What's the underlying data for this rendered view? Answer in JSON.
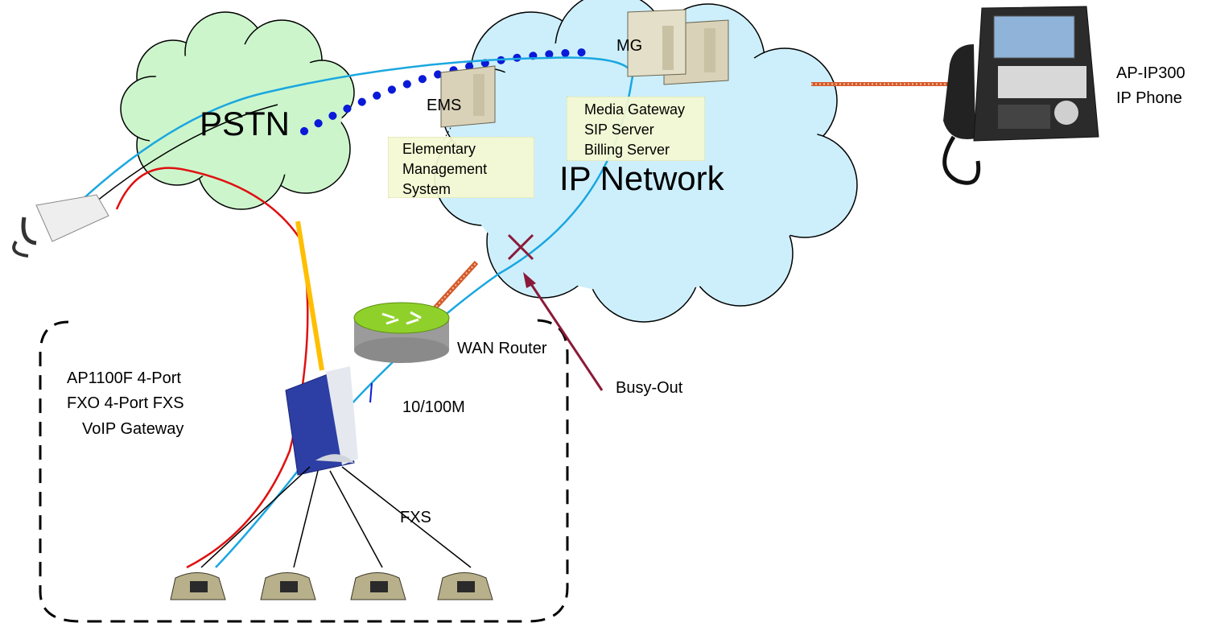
{
  "clouds": {
    "pstn": "PSTN",
    "ip_network": "IP Network"
  },
  "devices": {
    "mg": "MG",
    "ems": "EMS",
    "ems_desc": [
      "Elementary",
      "Management",
      "System"
    ],
    "mg_desc": [
      "Media Gateway",
      "SIP Server",
      "Billing Server"
    ],
    "ip_phone": [
      "AP-IP300",
      "IP Phone"
    ],
    "router": "WAN Router",
    "gateway": [
      "AP1100F 4-Port",
      "FXO 4-Port FXS",
      "VoIP Gateway"
    ],
    "link_speed": "10/100M",
    "fxs": "FXS",
    "busy_out": "Busy-Out"
  },
  "colors": {
    "pstn_cloud": "#ccf5cc",
    "ip_cloud": "#cdeffc",
    "call_path": "#1aa7e0",
    "pstn_line": "#e01010",
    "uplink": "#ffbf00",
    "busy_arrow": "#8b1a3a",
    "dotted_link": "#0a1ad8",
    "hatched_link": "#d45a2a"
  }
}
